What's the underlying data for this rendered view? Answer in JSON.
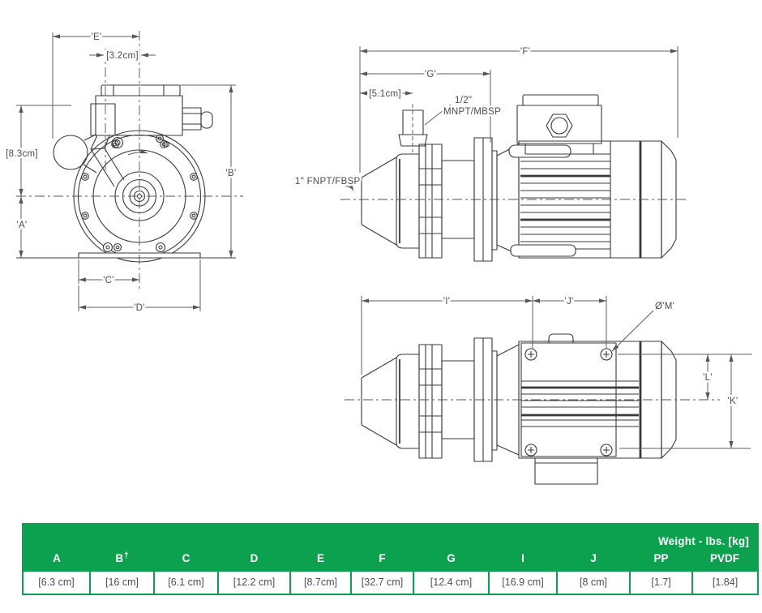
{
  "drawing": {
    "front_view": {
      "dim_e": "'E'",
      "dim_3_2": "[3.2cm]",
      "dim_8_3": "[8.3cm]",
      "dim_a": "'A'",
      "dim_b": "'B'",
      "dim_c": "'C'",
      "dim_d": "'D'"
    },
    "top_side_view": {
      "dim_f": "'F'",
      "dim_g": "'G'",
      "dim_5_1": "[5.1cm]",
      "port_label_line1": "1/2\"",
      "port_label_line2": "MNPT/MBSP",
      "inlet_label": "1\" FNPT/FBSP"
    },
    "bottom_side_view": {
      "dim_i": "'I'",
      "dim_j": "'J'",
      "dim_m": "Ø'M'",
      "dim_l": "'L'",
      "dim_k": "'K'"
    }
  },
  "table": {
    "weight_header": "Weight - lbs. [kg]",
    "columns": [
      "A",
      "B",
      "C",
      "D",
      "E",
      "F",
      "G",
      "I",
      "J",
      "PP",
      "PVDF"
    ],
    "b_dagger": "†",
    "values": [
      "[6.3 cm]",
      "[16 cm]",
      "[6.1 cm]",
      "[12.2 cm]",
      "[8.7cm]",
      "[32.7 cm]",
      "[12.4 cm]",
      "[16.9 cm]",
      "[8 cm]",
      "[1.7]",
      "[1.84]"
    ]
  },
  "colors": {
    "table_green": "#0ba14f",
    "line": "#3a3a3c",
    "text": "#4b4b4e"
  }
}
